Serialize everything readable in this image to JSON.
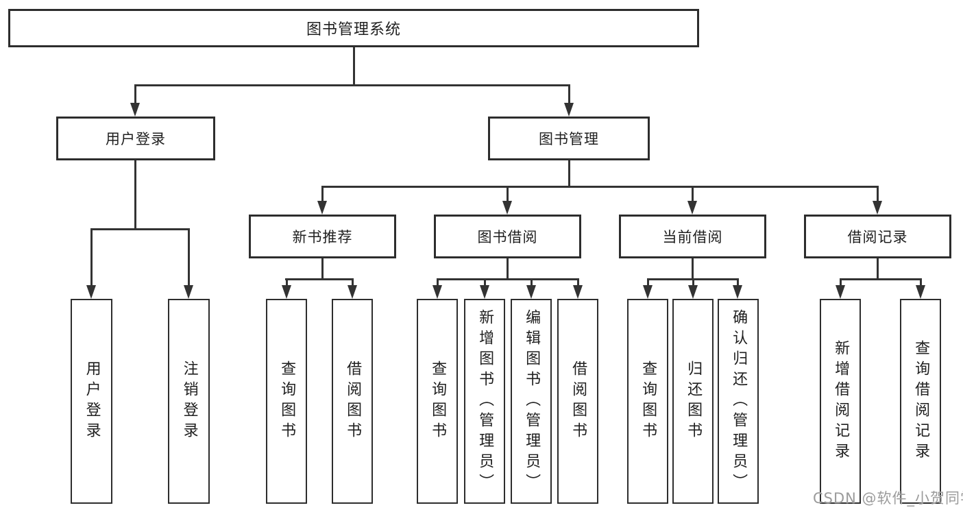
{
  "diagram": {
    "root": {
      "label": "图书管理系统"
    },
    "level1": [
      {
        "label": "用户登录"
      },
      {
        "label": "图书管理"
      }
    ],
    "level2": [
      {
        "label": "新书推荐"
      },
      {
        "label": "图书借阅"
      },
      {
        "label": "当前借阅"
      },
      {
        "label": "借阅记录"
      }
    ],
    "leaves": [
      {
        "label": "用户登录"
      },
      {
        "label": "注销登录"
      },
      {
        "label": "查询图书"
      },
      {
        "label": "借阅图书"
      },
      {
        "label": "查询图书"
      },
      {
        "label": "新增图书（管理员）"
      },
      {
        "label": "编辑图书（管理员）"
      },
      {
        "label": "借阅图书"
      },
      {
        "label": "查询图书"
      },
      {
        "label": "归还图书"
      },
      {
        "label": "确认归还（管理员）"
      },
      {
        "label": "新增借阅记录"
      },
      {
        "label": "查询借阅记录"
      }
    ]
  },
  "watermark": {
    "text": "CSDN @软件_小贺同学"
  },
  "colors": {
    "line": "#333333",
    "box_border": "#2d2d2d",
    "text": "#1f1f1f",
    "watermark": "#9b9b9b",
    "background": "#ffffff"
  }
}
